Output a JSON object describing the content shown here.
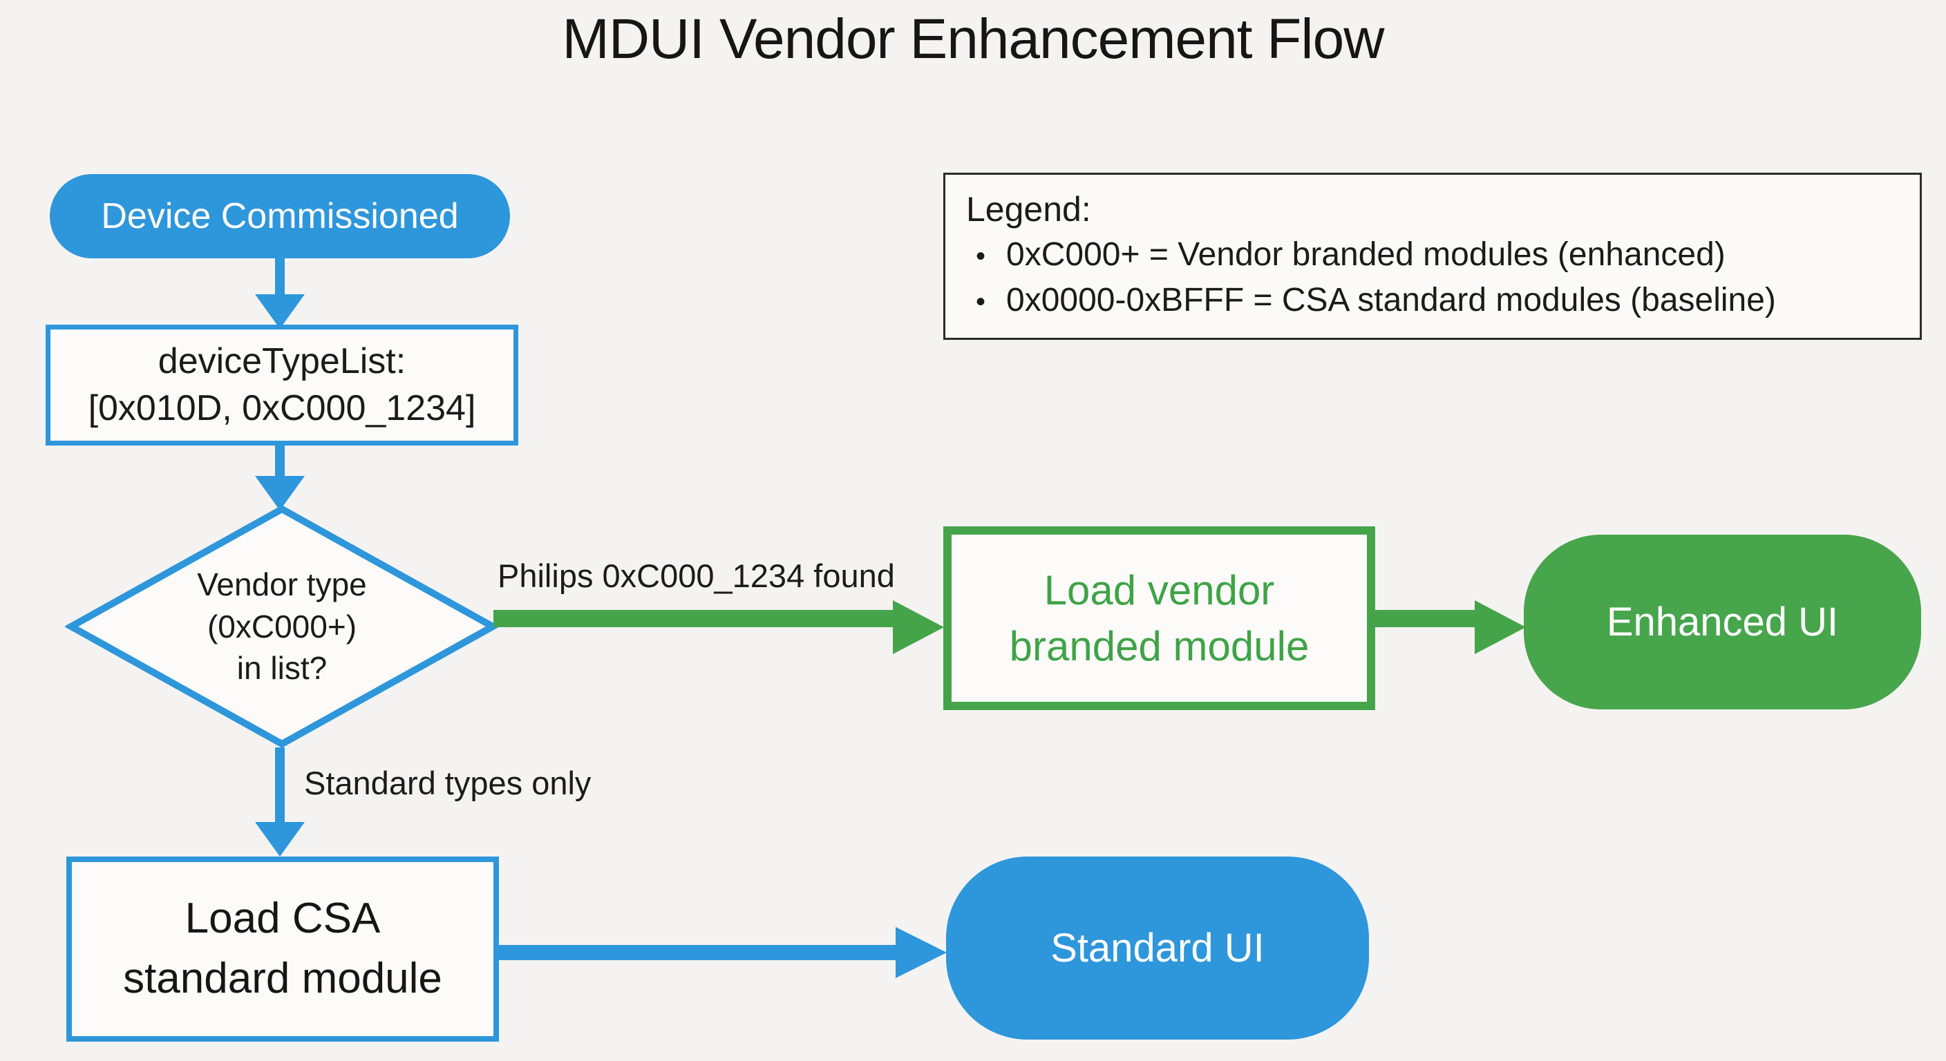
{
  "title": "MDUI Vendor Enhancement Flow",
  "legend": {
    "heading": "Legend:",
    "bullet": "•",
    "items": [
      "0xC000+ = Vendor branded modules (enhanced)",
      "0x0000-0xBFFF = CSA standard modules (baseline)"
    ]
  },
  "nodes": {
    "device_commissioned": {
      "label": "Device Commissioned"
    },
    "device_type_list": {
      "line1": "deviceTypeList:",
      "line2": "[0x010D, 0xC000_1234]"
    },
    "vendor_type_decision": {
      "line1": "Vendor type",
      "line2": "(0xC000+)",
      "line3": "in list?"
    },
    "load_vendor_module": {
      "line1": "Load vendor",
      "line2": "branded module"
    },
    "enhanced_ui": {
      "label": "Enhanced UI"
    },
    "load_csa_module": {
      "line1": "Load CSA",
      "line2": "standard module"
    },
    "standard_ui": {
      "label": "Standard UI"
    }
  },
  "edge_labels": {
    "vendor_found": "Philips 0xC000_1234 found",
    "standard_only": "Standard types only"
  },
  "colors": {
    "blue": "#2E96DB",
    "green": "#45A44A",
    "background": "#F4F3F1",
    "text_dark": "#1B1B1B"
  }
}
